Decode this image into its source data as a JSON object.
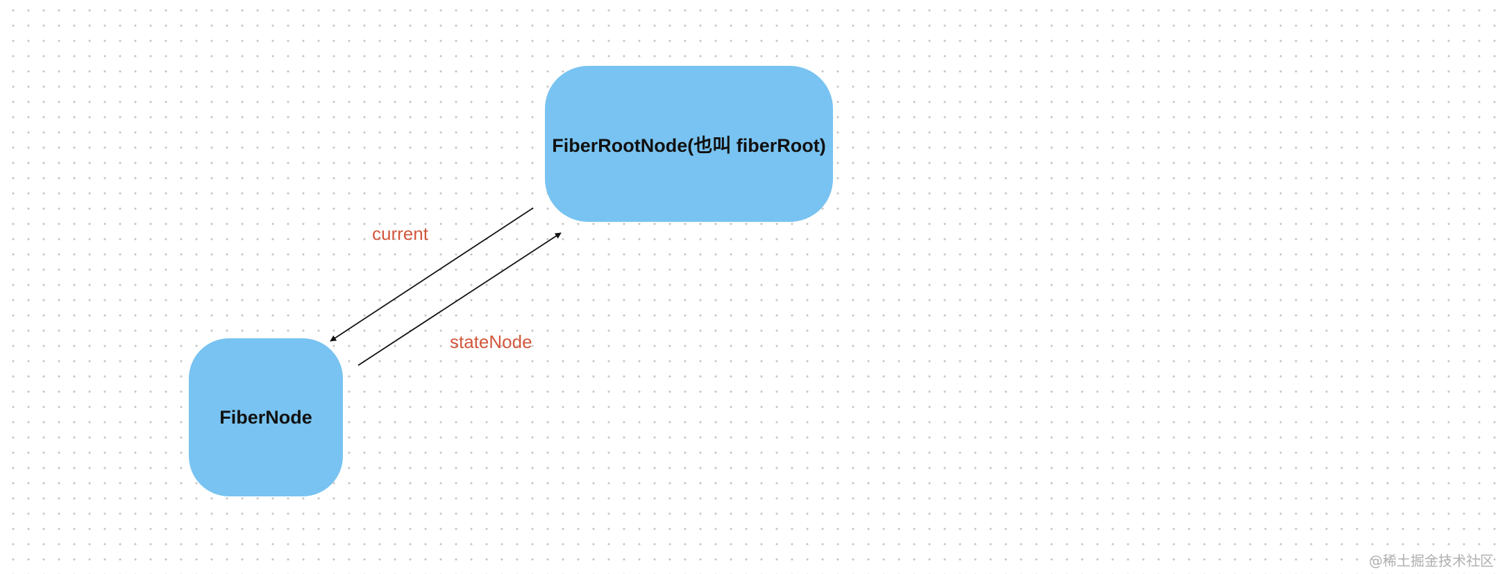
{
  "diagram": {
    "nodes": [
      {
        "id": "fiber-root-node",
        "label": "FiberRootNode(也叫 fiberRoot)",
        "fill": "#78c3f1"
      },
      {
        "id": "fiber-node",
        "label": "FiberNode",
        "fill": "#78c3f1"
      }
    ],
    "edges": [
      {
        "from": "fiber-root-node",
        "to": "fiber-node",
        "label": "current"
      },
      {
        "from": "fiber-node",
        "to": "fiber-root-node",
        "label": "stateNode"
      }
    ],
    "edge_label_color": "#d2573c"
  },
  "watermark": "@稀土掘金技术社区"
}
